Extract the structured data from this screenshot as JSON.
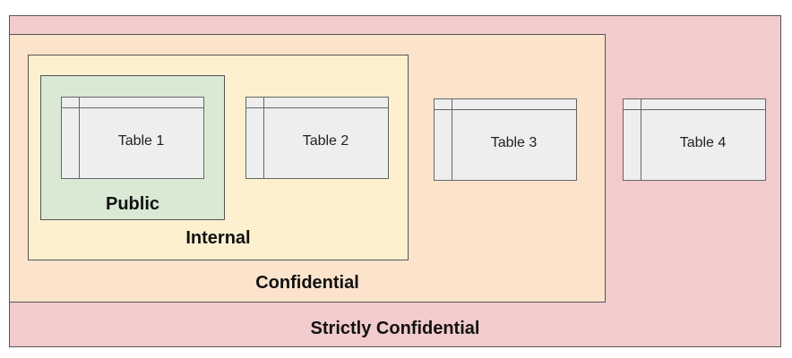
{
  "zones": {
    "strictly_confidential": {
      "label": "Strictly Confidential",
      "color": "#f2cbcc"
    },
    "confidential": {
      "label": "Confidential",
      "color": "#fbe3cc"
    },
    "internal": {
      "label": "Internal",
      "color": "#fdf0cf"
    },
    "public": {
      "label": "Public",
      "color": "#d9e9d4"
    }
  },
  "tables": [
    {
      "label": "Table 1"
    },
    {
      "label": "Table 2"
    },
    {
      "label": "Table 3"
    },
    {
      "label": "Table 4"
    }
  ]
}
